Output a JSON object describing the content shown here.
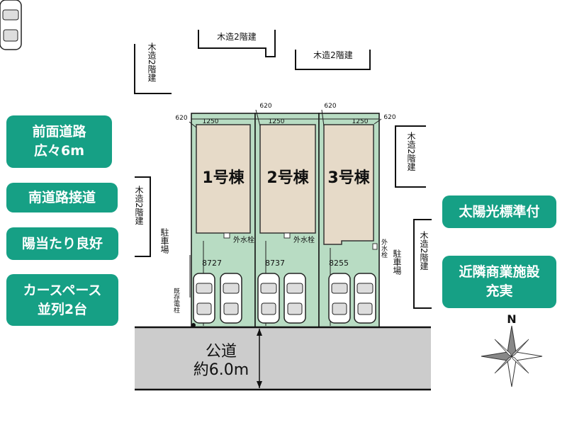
{
  "colors": {
    "badge": "#16a085",
    "lot": "#b8dcc3",
    "house": "#e6dac8",
    "road": "#cccccc",
    "line": "#111111"
  },
  "features": [
    {
      "id": "road-width",
      "text": "前面道路\n広々6m"
    },
    {
      "id": "south-road",
      "text": "南道路接道"
    },
    {
      "id": "sunny",
      "text": "陽当たり良好"
    },
    {
      "id": "parking",
      "text": "カースペース\n並列2台"
    },
    {
      "id": "solar",
      "text": "太陽光標準付"
    },
    {
      "id": "commercial",
      "text": "近隣商業施設\n充実"
    }
  ],
  "road": {
    "label": "公道\n約6.0m"
  },
  "compass": {
    "north": "N"
  },
  "neighbors": {
    "top_a": "木造2階建",
    "top_b": "木造2階建",
    "left_top": "木造2階建",
    "left_mid": "木造2階建",
    "right_top": "木造2階建",
    "right_bottom": "木造2階建"
  },
  "lots": [
    {
      "house": "1号棟",
      "depth": "8727",
      "setback_left": "620",
      "frontage": "1250",
      "faucet": "外水栓"
    },
    {
      "house": "2号棟",
      "depth": "8737",
      "setback_left": "620",
      "frontage": "1250",
      "faucet": "外水栓"
    },
    {
      "house": "3号棟",
      "depth": "8255",
      "setback_left": "620",
      "frontage": "1250",
      "setback_right": "620",
      "faucet": "外水栓"
    }
  ],
  "labels": {
    "parking_left": "駐車場",
    "parking_right": "駐車場",
    "utility_pole": "既存電柱"
  }
}
